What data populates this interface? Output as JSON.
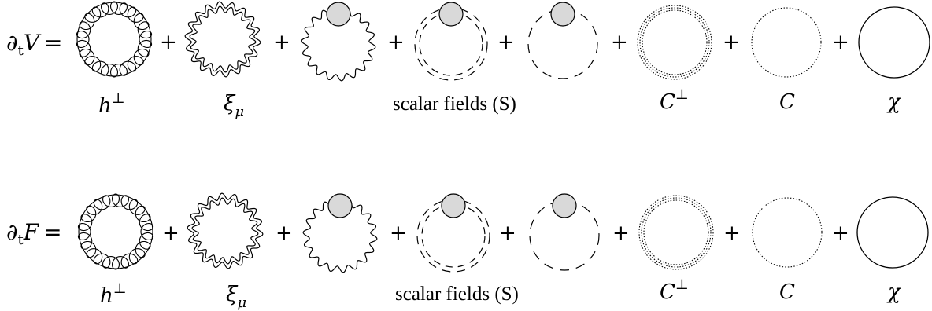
{
  "rows": [
    {
      "lhs": {
        "partial": "∂",
        "sub": "t",
        "symbol": "V",
        "equals": "="
      },
      "plus": "+",
      "labels": {
        "h_perp_base": "h",
        "h_perp_sup": "⊥",
        "xi_mu_base": "ξ",
        "xi_mu_sub": "μ",
        "scalar_fields": "scalar fields  (S)",
        "c_perp_base": "C",
        "c_perp_sup": "⊥",
        "c": "C",
        "chi": "χ"
      }
    },
    {
      "lhs": {
        "partial": "∂",
        "sub": "t",
        "symbol": "F",
        "equals": "="
      },
      "plus": "+",
      "labels": {
        "h_perp_base": "h",
        "h_perp_sup": "⊥",
        "xi_mu_base": "ξ",
        "xi_mu_sub": "μ",
        "scalar_fields": "scalar fields  (S)",
        "c_perp_base": "C",
        "c_perp_sup": "⊥",
        "c": "C",
        "chi": "χ"
      }
    }
  ],
  "colors": {
    "line": "#000000",
    "blob_fill": "#d9d9d9"
  }
}
